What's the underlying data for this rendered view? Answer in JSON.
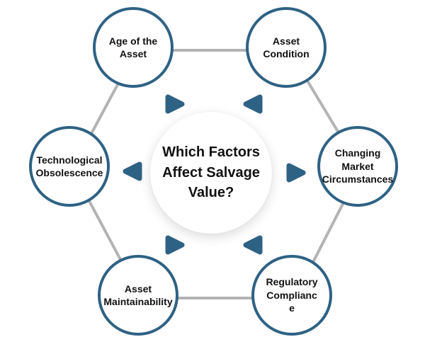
{
  "center": {
    "label": "Which Factors\nAffect Salvage\nValue?"
  },
  "factors": [
    {
      "id": "age-of-the-asset",
      "label": "Age of the\nAsset"
    },
    {
      "id": "asset-condition",
      "label": "Asset\nCondition"
    },
    {
      "id": "changing-market-circumstances",
      "label": "Changing\nMarket\nCircumstances"
    },
    {
      "id": "regulatory-compliance",
      "label": "Regulatory\nComplianc\ne"
    },
    {
      "id": "asset-maintainability",
      "label": "Asset\nMaintainability"
    },
    {
      "id": "technological-obsolescence",
      "label": "Technological\nObsolescence"
    }
  ],
  "icons": [
    {
      "id": "arrow-top-left",
      "glyph": "triangle-right"
    },
    {
      "id": "arrow-top-right",
      "glyph": "triangle-left"
    },
    {
      "id": "arrow-middle-left",
      "glyph": "triangle-left"
    },
    {
      "id": "arrow-middle-right",
      "glyph": "triangle-right"
    },
    {
      "id": "arrow-bottom-left",
      "glyph": "triangle-right"
    },
    {
      "id": "arrow-bottom-right",
      "glyph": "triangle-left"
    }
  ],
  "colors": {
    "accent": "#2e6284",
    "connector": "#b3b3b3",
    "background": "#ffffff",
    "text": "#111111"
  }
}
